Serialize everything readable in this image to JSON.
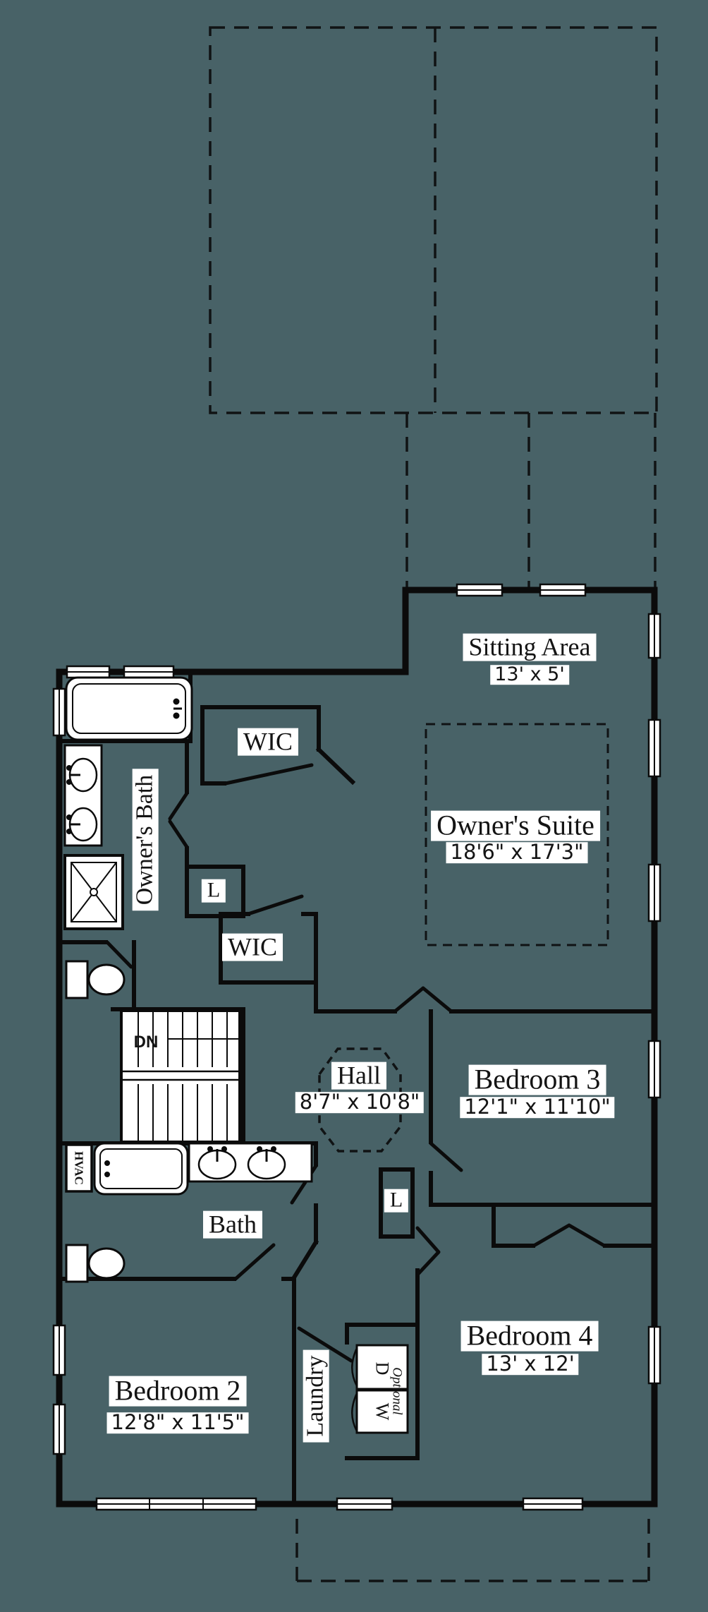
{
  "palette": {
    "background": "#486267",
    "wall_line": "#0b0b0b",
    "fixture_fill": "#ffffff",
    "label_background": "#ffffff",
    "label_text": "#141414"
  },
  "plan": {
    "floor": "second-floor",
    "rooms": [
      {
        "id": "sitting-area",
        "label": "Sitting Area",
        "dimensions": "13' x 5'"
      },
      {
        "id": "owners-suite",
        "label": "Owner's Suite",
        "dimensions": "18'6\" x 17'3\""
      },
      {
        "id": "wic-upper",
        "label": "WIC",
        "dimensions": ""
      },
      {
        "id": "owners-bath",
        "label": "Owner's Bath",
        "dimensions": ""
      },
      {
        "id": "linen-upper",
        "label": "L",
        "dimensions": ""
      },
      {
        "id": "wic-lower",
        "label": "WIC",
        "dimensions": ""
      },
      {
        "id": "hall",
        "label": "Hall",
        "dimensions": "8'7\" x 10'8\""
      },
      {
        "id": "bedroom-3",
        "label": "Bedroom 3",
        "dimensions": "12'1\" x 11'10\""
      },
      {
        "id": "bath",
        "label": "Bath",
        "dimensions": ""
      },
      {
        "id": "hvac",
        "label": "HVAC",
        "dimensions": ""
      },
      {
        "id": "linen-lower",
        "label": "L",
        "dimensions": ""
      },
      {
        "id": "bedroom-2",
        "label": "Bedroom 2",
        "dimensions": "12'8\" x 11'5\""
      },
      {
        "id": "laundry",
        "label": "Laundry",
        "dimensions": ""
      },
      {
        "id": "bedroom-4",
        "label": "Bedroom 4",
        "dimensions": "13' x 12'"
      }
    ],
    "annotations": {
      "stairs_direction": "DN",
      "dryer": "D",
      "washer": "W",
      "washer_dryer_note": "Optional"
    }
  }
}
